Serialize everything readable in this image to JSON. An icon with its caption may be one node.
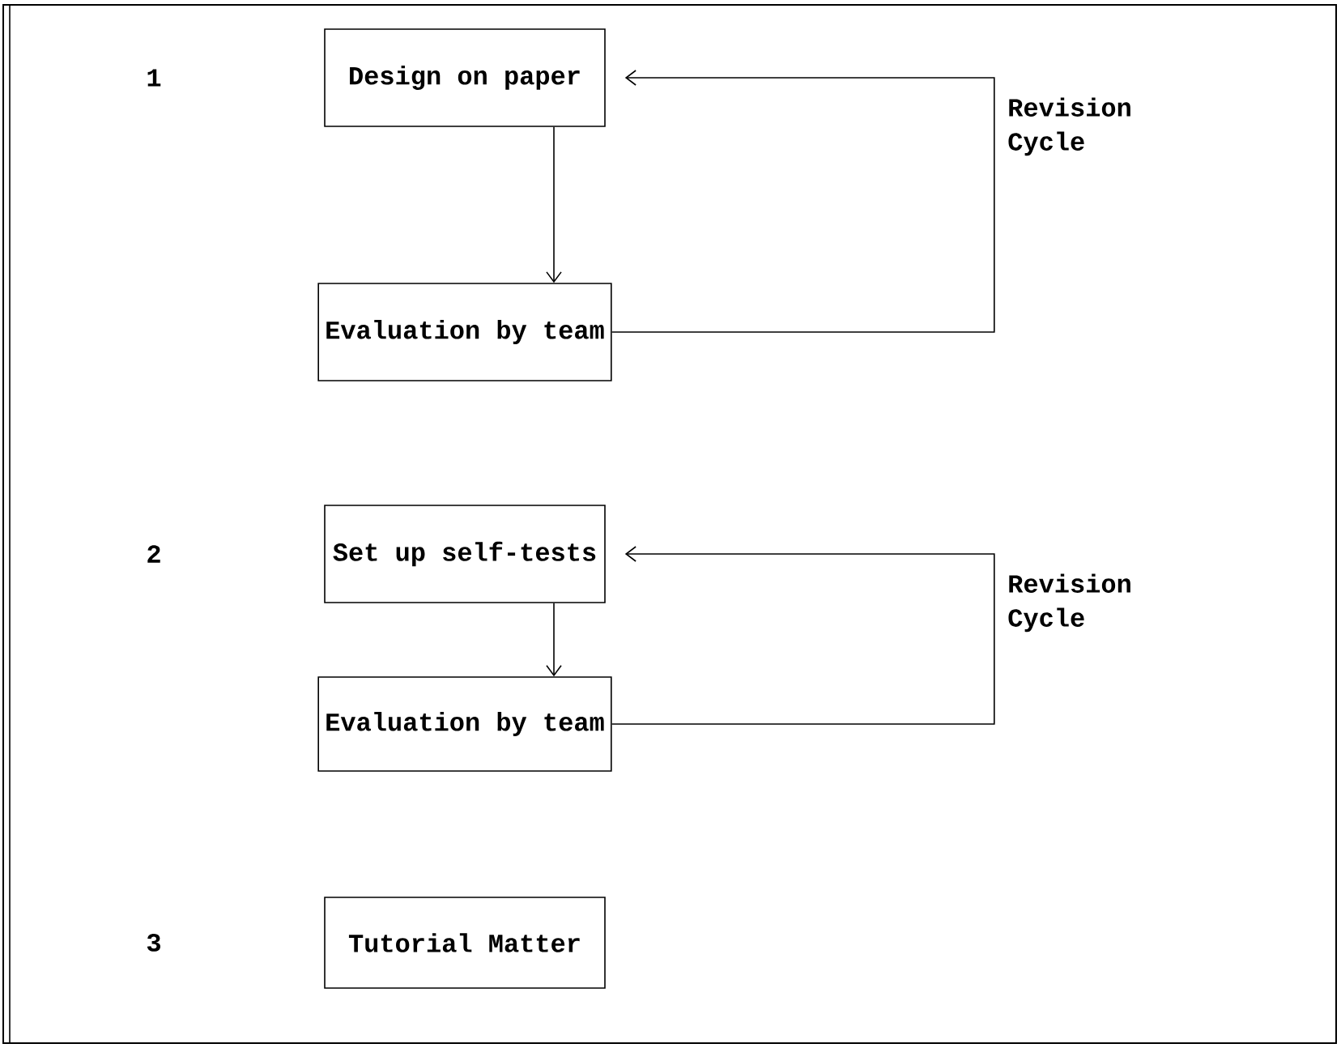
{
  "diagram": {
    "nodes": [
      {
        "text": [
          "Design on paper"
        ]
      },
      {
        "text": [
          "Evaluation by team"
        ]
      },
      {
        "text": [
          "Set up self-tests"
        ]
      },
      {
        "text": [
          "Evaluation by team"
        ]
      },
      {
        "text": [
          "Tutorial Matter"
        ]
      }
    ],
    "edges": [
      {
        "from": 0,
        "to": 1,
        "arrow": "to"
      },
      {
        "from": 1,
        "to": 0,
        "arrow": "to",
        "label": "Revision Cycle"
      },
      {
        "from": 2,
        "to": 3,
        "arrow": "to"
      },
      {
        "from": 3,
        "to": 2,
        "arrow": "to",
        "label": "Revision Cycle"
      }
    ],
    "labels": [
      "1",
      "2",
      "3"
    ]
  }
}
